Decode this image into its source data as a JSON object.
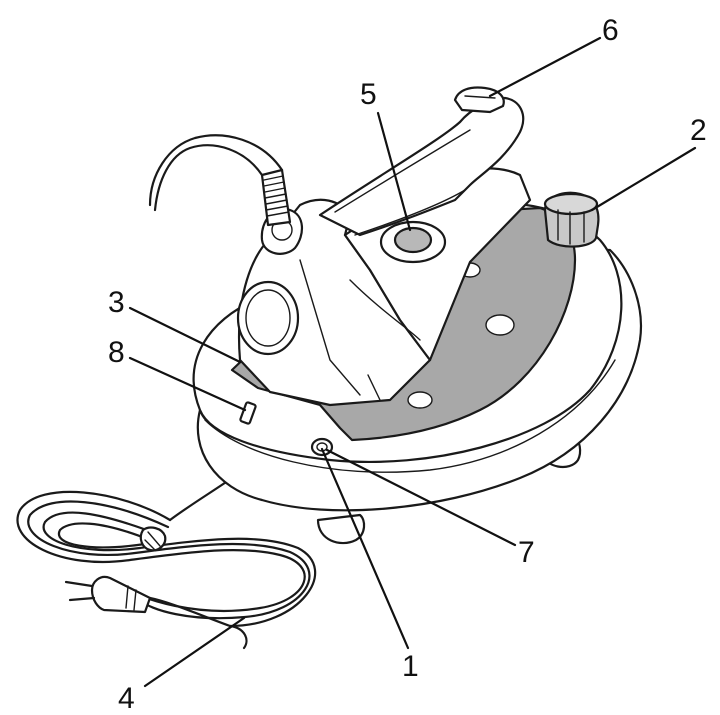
{
  "callouts": [
    {
      "id": "1",
      "text": "1"
    },
    {
      "id": "2",
      "text": "2"
    },
    {
      "id": "3",
      "text": "3"
    },
    {
      "id": "4",
      "text": "4"
    },
    {
      "id": "5",
      "text": "5"
    },
    {
      "id": "6",
      "text": "6"
    },
    {
      "id": "7",
      "text": "7"
    },
    {
      "id": "8",
      "text": "8"
    }
  ],
  "colors": {
    "line": "#1a1a1a",
    "body_fill": "#ffffff",
    "soleplate_gray": "#a8a8a8",
    "dial_gray": "#c8c8c8"
  }
}
